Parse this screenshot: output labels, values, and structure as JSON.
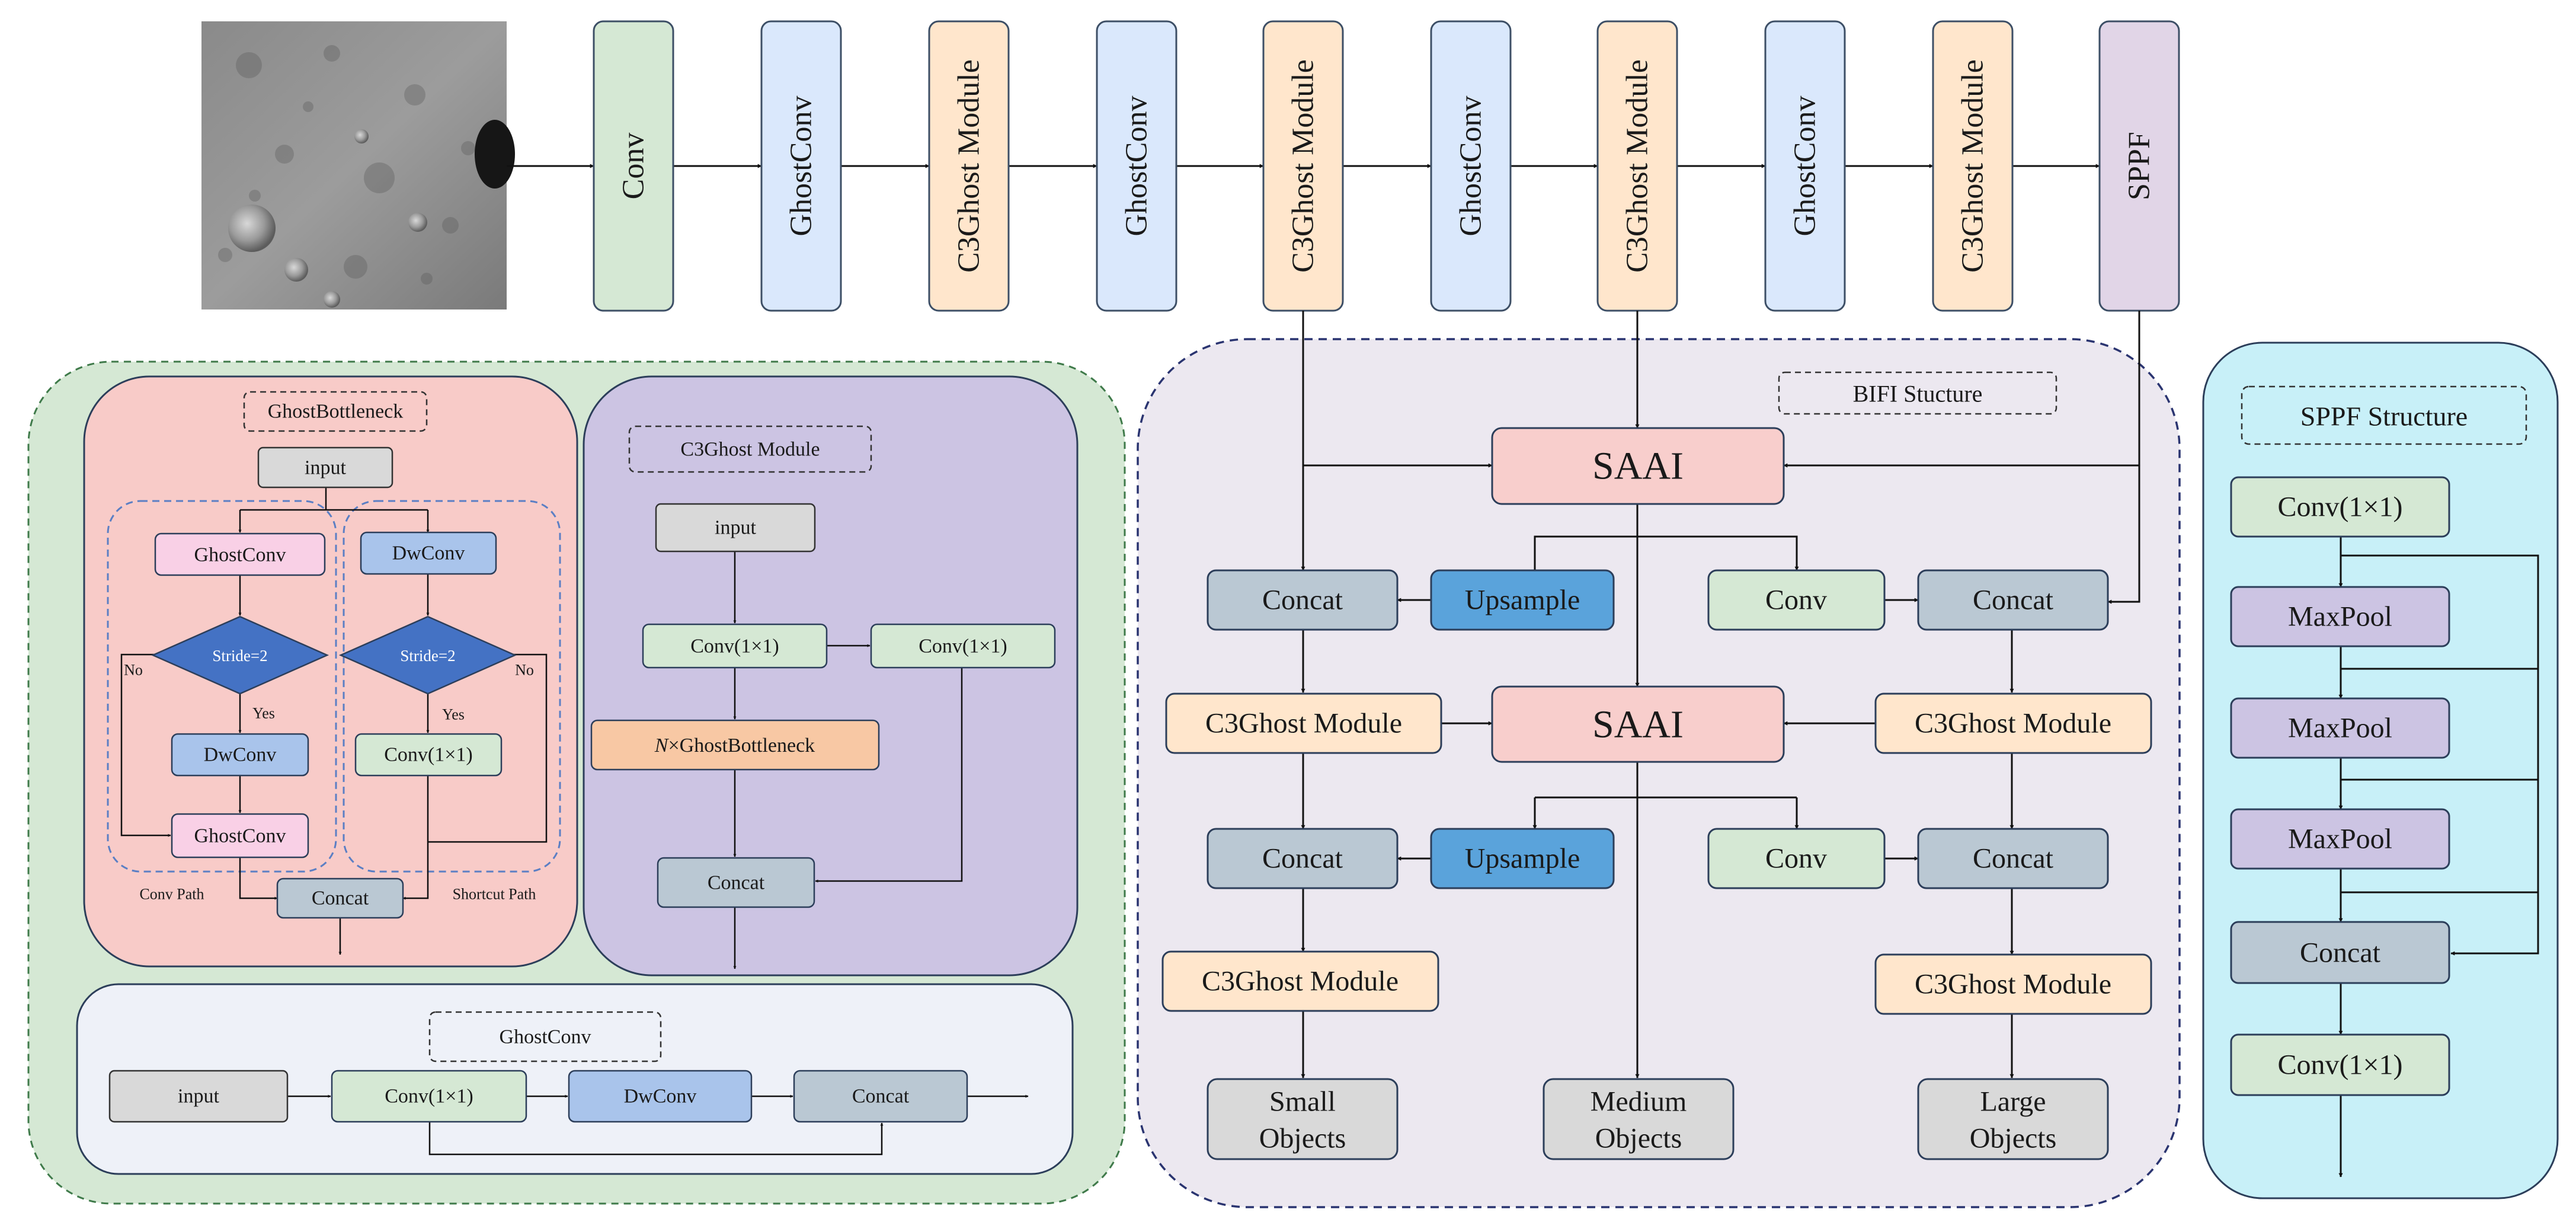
{
  "backbone": {
    "blocks": [
      "Conv",
      "GhostConv",
      "C3Ghost Module",
      "GhostConv",
      "C3Ghost Module",
      "GhostConv",
      "C3Ghost Module",
      "GhostConv",
      "C3Ghost Module",
      "SPPF"
    ]
  },
  "ghost_bottleneck": {
    "title": "GhostBottleneck",
    "input": "input",
    "left_ghostconv_top": "GhostConv",
    "right_dwconv_top": "DwConv",
    "left_decision": "Stride=2",
    "right_decision": "Stride=2",
    "left_no": "No",
    "right_no": "No",
    "left_yes": "Yes",
    "right_yes": "Yes",
    "left_dwconv": "DwConv",
    "right_conv": "Conv(1×1)",
    "left_ghostconv_bottom": "GhostConv",
    "concat": "Concat",
    "conv_path": "Conv Path",
    "shortcut_path": "Shortcut Path"
  },
  "c3ghost": {
    "title": "C3Ghost Module",
    "input": "input",
    "conv_a": "Conv(1×1)",
    "conv_b": "Conv(1×1)",
    "bottleneck_n": "N",
    "bottleneck_rest": "×GhostBottleneck",
    "concat": "Concat"
  },
  "ghostconv": {
    "title": "GhostConv",
    "input": "input",
    "conv": "Conv(1×1)",
    "dwconv": "DwConv",
    "concat": "Concat"
  },
  "bifi": {
    "title": "BIFI Stucture",
    "saai_top": "SAAI",
    "saai_mid": "SAAI",
    "concat_l1": "Concat",
    "upsample_1": "Upsample",
    "conv_r1": "Conv",
    "concat_r1": "Concat",
    "c3_l1": "C3Ghost Module",
    "c3_r1": "C3Ghost Module",
    "concat_l2": "Concat",
    "upsample_2": "Upsample",
    "conv_r2": "Conv",
    "concat_r2": "Concat",
    "c3_l2": "C3Ghost Module",
    "c3_r2": "C3Ghost Module",
    "small": [
      "Small",
      "Objects"
    ],
    "medium": [
      "Medium",
      "Objects"
    ],
    "large": [
      "Large",
      "Objects"
    ]
  },
  "sppf": {
    "title": "SPPF Structure",
    "conv_top": "Conv(1×1)",
    "maxpool_1": "MaxPool",
    "maxpool_2": "MaxPool",
    "maxpool_3": "MaxPool",
    "concat": "Concat",
    "conv_bottom": "Conv(1×1)"
  },
  "colors": {
    "conv_green": "#d5e8d4",
    "ghost_blue": "#dae8fc",
    "c3_orange": "#ffe6cc",
    "sppf_purple": "#e1d5e7",
    "saai_red": "#f8cecc",
    "concat_grey": "#bac8d3",
    "upsample_blue": "#5aa3db",
    "dwconv_blue": "#a9c4eb",
    "decision_blue": "#4472c4",
    "pink": "#f9d0e6",
    "bottleneck_orange": "#f8c8a4",
    "panel_green": "#d5e8d4",
    "panel_pink": "#f8cbc8",
    "panel_purple": "#ccc4e3",
    "panel_light": "#eef1f8",
    "panel_bifi": "#ece8f0",
    "panel_sppf": "#c8f0f8"
  }
}
